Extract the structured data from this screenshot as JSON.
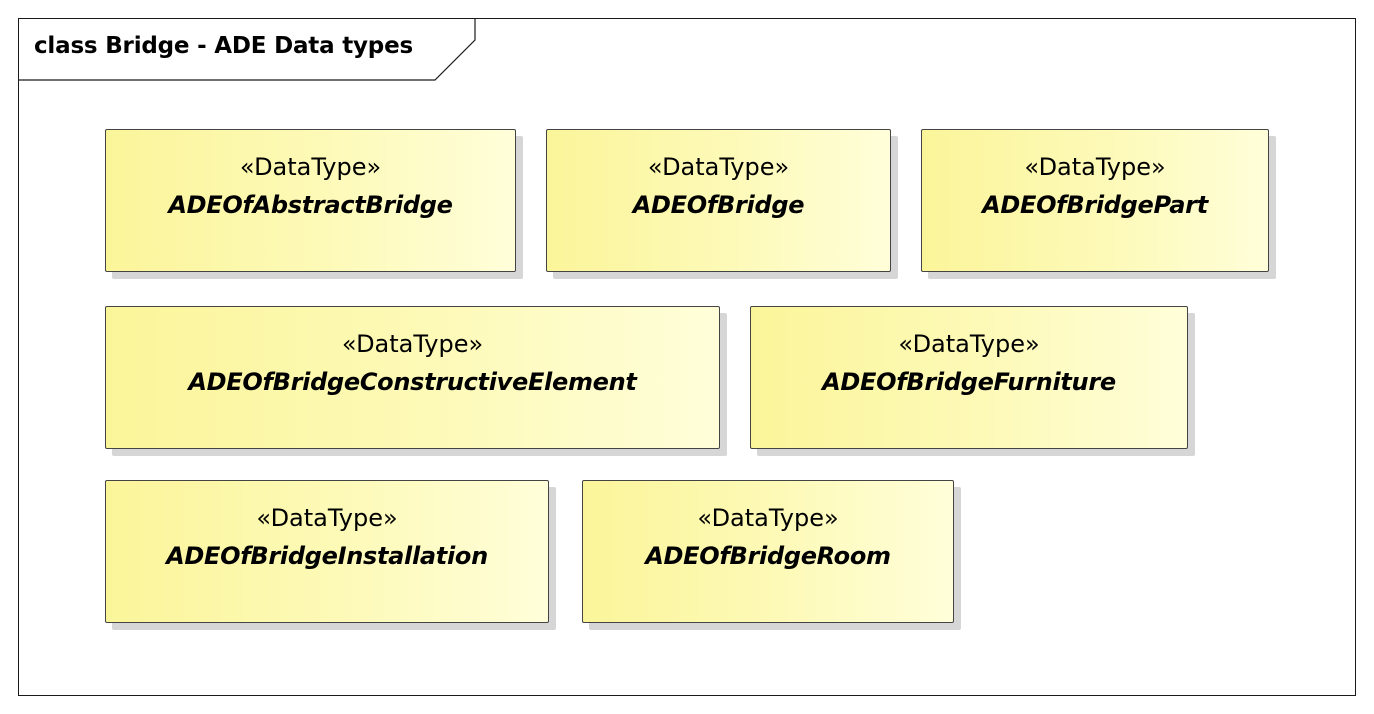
{
  "diagram": {
    "title": "class Bridge - ADE Data types",
    "colors": {
      "fill_left": "#fbf59a",
      "fill_right": "#fffed9",
      "border": "#444444",
      "shadow": "#d6d6d6"
    },
    "classes": [
      {
        "stereotype": "«DataType»",
        "name": "ADEOfAbstractBridge"
      },
      {
        "stereotype": "«DataType»",
        "name": "ADEOfBridge"
      },
      {
        "stereotype": "«DataType»",
        "name": "ADEOfBridgePart"
      },
      {
        "stereotype": "«DataType»",
        "name": "ADEOfBridgeConstructiveElement"
      },
      {
        "stereotype": "«DataType»",
        "name": "ADEOfBridgeFurniture"
      },
      {
        "stereotype": "«DataType»",
        "name": "ADEOfBridgeInstallation"
      },
      {
        "stereotype": "«DataType»",
        "name": "ADEOfBridgeRoom"
      }
    ]
  }
}
